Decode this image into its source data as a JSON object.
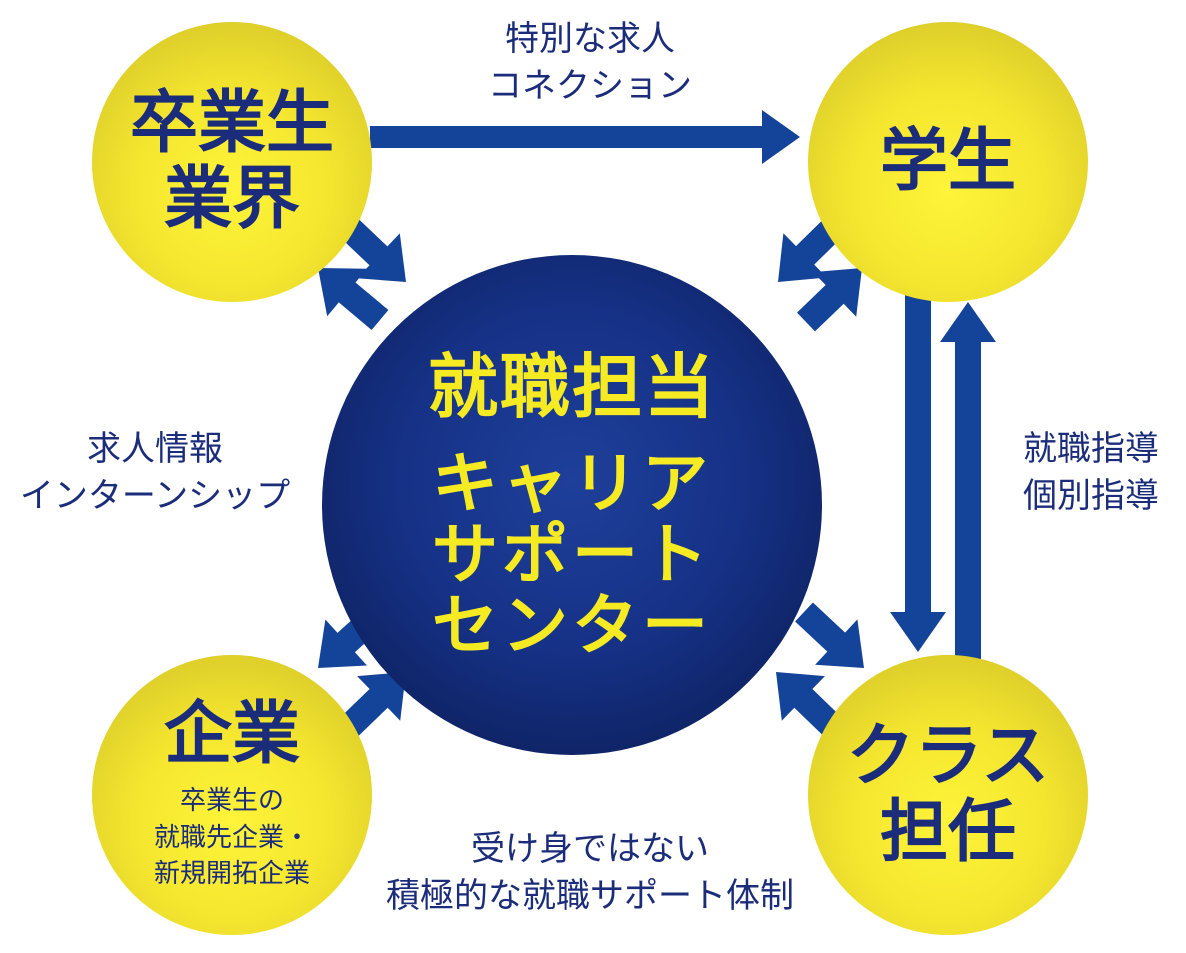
{
  "nodes": {
    "alumni": "卒業生\n業界",
    "student": "学生",
    "company_title": "企業",
    "company_sub": "卒業生の\n就職先企業・\n新規開拓企業",
    "class_teacher": "クラス\n担任",
    "center_title": "就職担当",
    "center_sub": "キャリア\nサポート\nセンター"
  },
  "labels": {
    "top": "特別な求人\nコネクション",
    "left": "求人情報\nインターンシップ",
    "right": "就職指導\n個別指導",
    "bottom": "受け身ではない\n積極的な就職サポート体制"
  },
  "colors": {
    "navy": "#163287",
    "arrow": "#14449a",
    "yellow": "#f4e62e",
    "text_blue": "#1b2c7a",
    "center_text": "#f6ea23"
  }
}
